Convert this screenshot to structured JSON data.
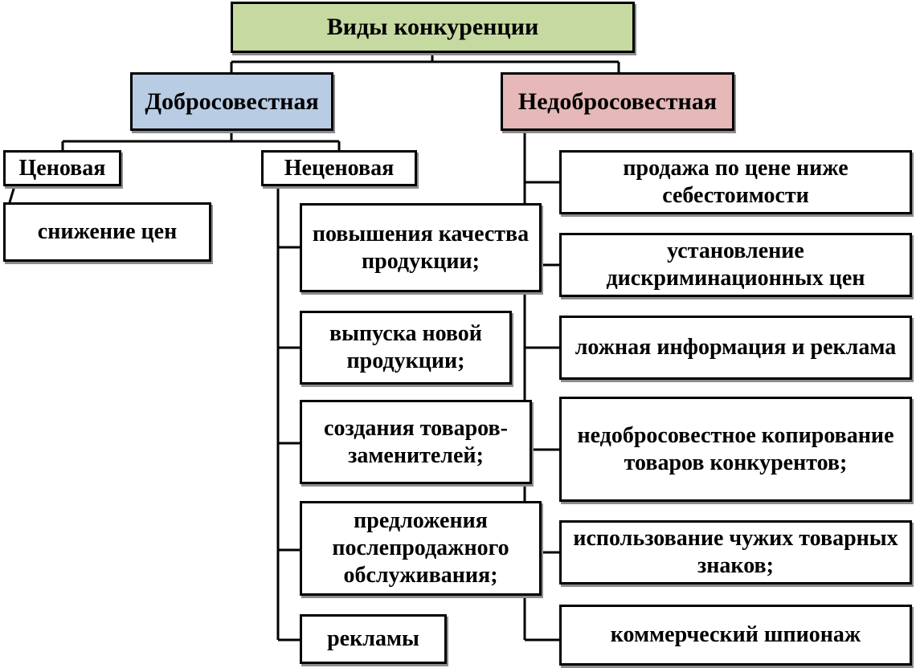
{
  "diagram": {
    "root": "Виды конкуренции",
    "fair": {
      "label": "Добросовестная",
      "price": {
        "label": "Ценовая",
        "items": [
          "снижение цен"
        ]
      },
      "non_price": {
        "label": "Неценовая",
        "items": [
          "повышения качества продукции;",
          "выпуска новой продукции;",
          "создания товаров-заменителей;",
          "предложения послепродажного обслуживания;",
          "рекламы"
        ]
      }
    },
    "unfair": {
      "label": "Недобросовестная",
      "items": [
        "продажа по цене ниже себестоимости",
        "установление дискриминационных цен",
        "ложная информация и реклама",
        "недобросовестное копирование товаров конкурентов;",
        "использование чужих товарных знаков;",
        "коммерческий шпионаж"
      ]
    }
  },
  "colors": {
    "root": "#c6d9a0",
    "fair": "#b8cce4",
    "unfair": "#e6b8b8",
    "border": "#000000"
  }
}
